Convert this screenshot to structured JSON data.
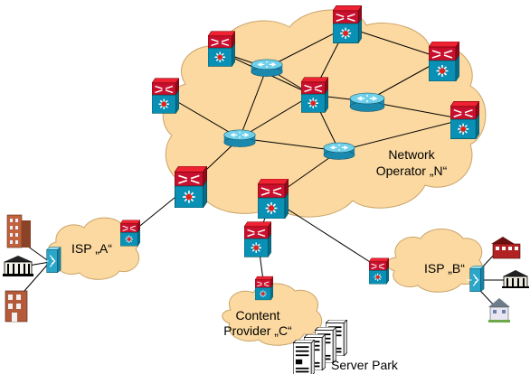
{
  "labels": {
    "network_operator_line1": "Network",
    "network_operator_line2": "Operator „N“",
    "isp_a": "ISP „A“",
    "isp_b": "ISP „B“",
    "content_provider_line1": "Content",
    "content_provider_line2": "Provider „C“",
    "server_park": "Server Park"
  },
  "colors": {
    "cloud_fill": "#fbd9a0",
    "cloud_stroke": "#caa469",
    "switch_top": "#c8102e",
    "switch_front": "#0a8fb5",
    "router_body": "#2aa6c9",
    "line": "#000000"
  },
  "icons": {
    "core_switch": "layer3-switch-icon",
    "router": "router-icon",
    "hub": "access-hub-icon",
    "building": "office-building-icon",
    "bank": "bank-icon",
    "house": "house-icon",
    "server": "server-icon"
  }
}
